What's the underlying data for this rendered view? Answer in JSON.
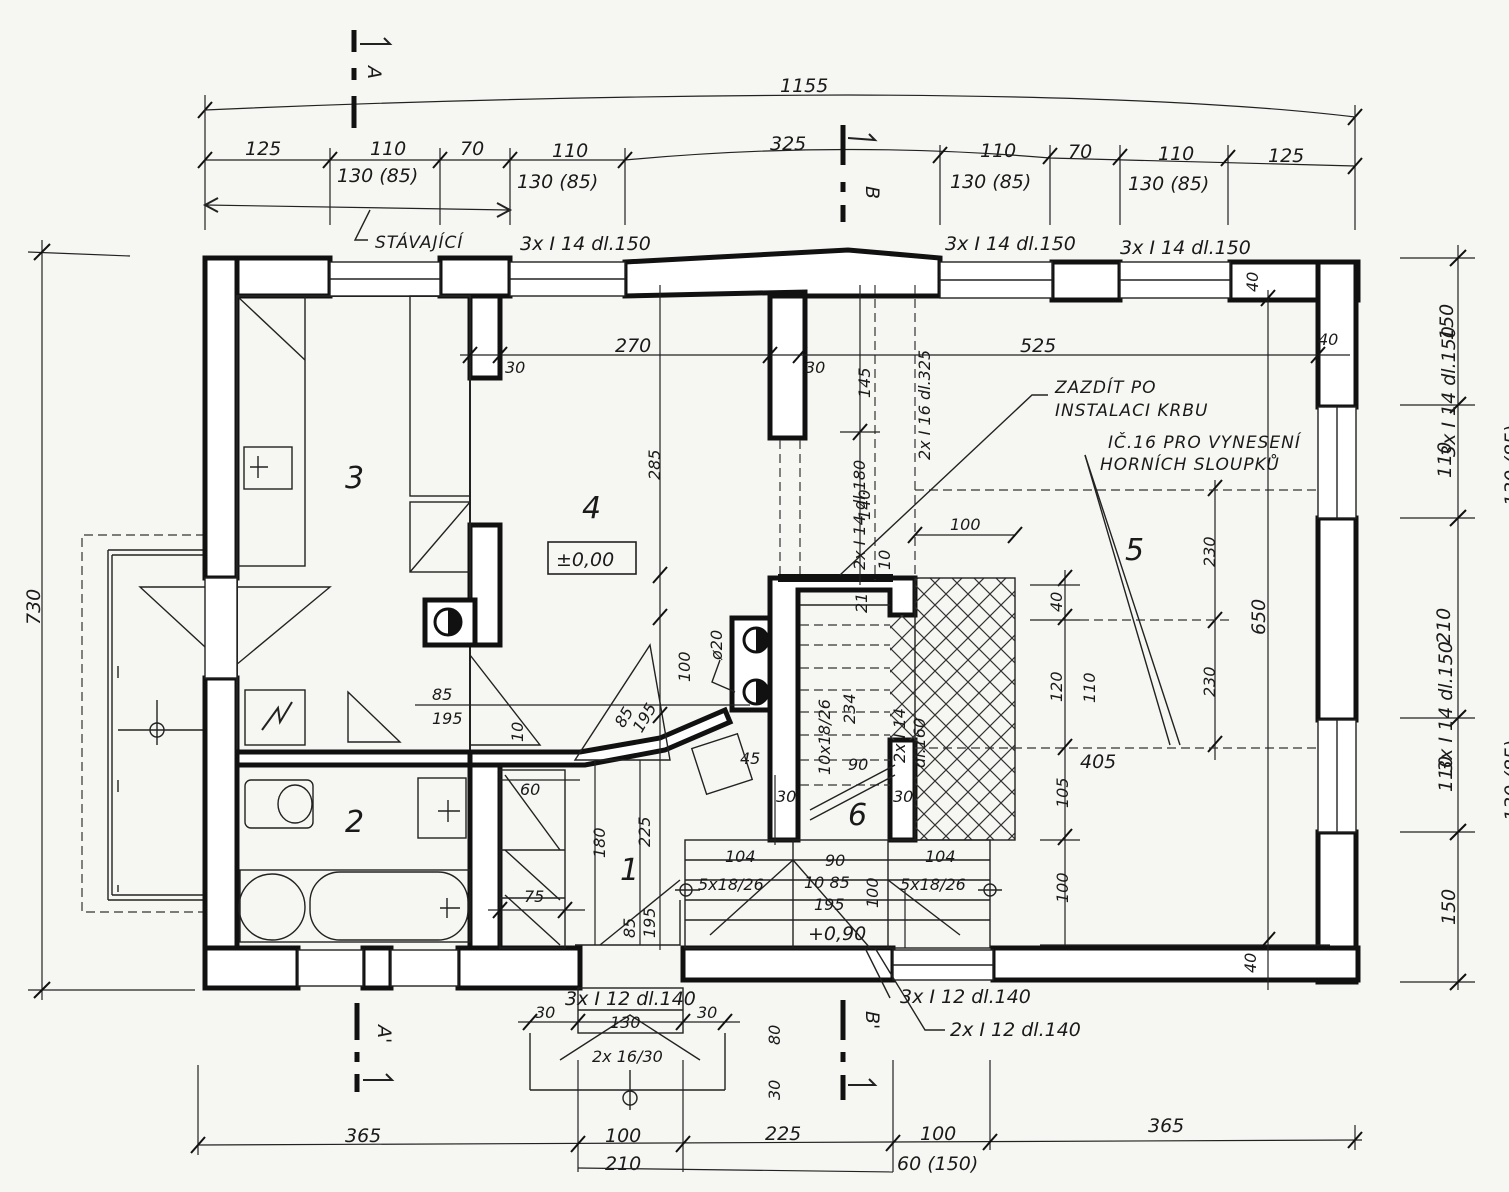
{
  "rooms": {
    "r1": "1",
    "r2": "2",
    "r3": "3",
    "r4": "4",
    "r5": "5",
    "r6": "6"
  },
  "levels": {
    "floor": "±0,00",
    "landing": "+0,90"
  },
  "notes": {
    "existing": "STÁVAJÍCÍ",
    "fireplace_1": "ZAZDÍT PO",
    "fireplace_2": "INSTALACI KRBU",
    "column_1": "IČ.16 PRO VYNESENÍ",
    "column_2": "HORNÍCH SLOUPKŮ"
  },
  "beams": {
    "top_left": "3x I 14 dl.150",
    "top_mid": "3x I 14 dl.150",
    "top_right": "3x I 14 dl.150",
    "right_upper": "3x I 14 dl.150",
    "right_lower": "3x I 14 dl.150",
    "stair_left": "2x I 14 dl.180",
    "beam_325": "2x I 16 dl.325",
    "stair_right_1": "2x I 14",
    "stair_right_2": "dl.160",
    "bottom_left": "3x I 12 dl.140",
    "bottom_right": "3x I 12 dl.140",
    "bottom_extra": "2x I 12 dl.140"
  },
  "stairs": {
    "main_run": "10x18/26",
    "main_len": "234",
    "left_flight": "5x18/26",
    "right_flight": "5x18/26",
    "step": "10 85",
    "step_b": "195",
    "step_104_left": "104",
    "step_104_right": "104",
    "step_90": "90",
    "front_steps": "2x 16/30"
  },
  "sections": {
    "a": "A",
    "a_prime": "A'",
    "b": "B",
    "b_prime": "B'"
  },
  "dims": {
    "top_total": "1155",
    "top_125_left": "125",
    "top_110_a": "110",
    "top_70_a": "70",
    "top_110_b": "110",
    "top_325": "325",
    "top_110_c": "110",
    "top_70_b": "70",
    "top_110_d": "110",
    "top_125_right": "125",
    "top_130_a": "130 (85)",
    "top_130_b": "130 (85)",
    "top_130_c": "130 (85)",
    "top_130_d": "130 (85)",
    "left_total": "730",
    "right_150_top": "150",
    "right_110_a": "110",
    "right_130_a": "130 (85)",
    "right_210": "210",
    "right_110_b": "110",
    "right_130_b": "130 (85)",
    "right_150_bottom": "150",
    "bottom_365_left": "365",
    "bottom_100_a": "100",
    "bottom_210": "210",
    "bottom_225": "225",
    "bottom_100_b": "100",
    "bottom_60_150": "60 (150)",
    "bottom_365_right": "365",
    "int_270": "270",
    "int_30_a": "30",
    "int_30_b": "30",
    "int_525": "525",
    "int_40_a": "40",
    "int_40_b": "40",
    "int_145": "145",
    "int_285": "285",
    "int_140": "140",
    "int_10": "10",
    "int_100_fp": "100",
    "int_230_a": "230",
    "int_230_b": "230",
    "int_650": "650",
    "int_40_c": "40",
    "int_120": "120",
    "int_110": "110",
    "int_405": "405",
    "int_105": "105",
    "int_100_r": "100",
    "int_40_d": "40",
    "int_40_e": "40",
    "int_phi": "ø20",
    "int_100_c": "100",
    "int_85_195": "85",
    "int_195": "195",
    "int_10_b": "10",
    "int_85_d": "85",
    "int_195_d": "195",
    "int_45": "45",
    "int_60": "60",
    "int_180": "180",
    "int_225": "225",
    "int_75": "75",
    "int_85_b": "85",
    "int_195_b": "195",
    "int_21": "21",
    "int_90_s": "90",
    "int_30_c": "30",
    "int_30_d": "30",
    "int_100_s": "100",
    "int_30_e": "30",
    "int_130_e": "130",
    "int_30_f": "30",
    "int_80": "80",
    "int_30_g": "30"
  }
}
